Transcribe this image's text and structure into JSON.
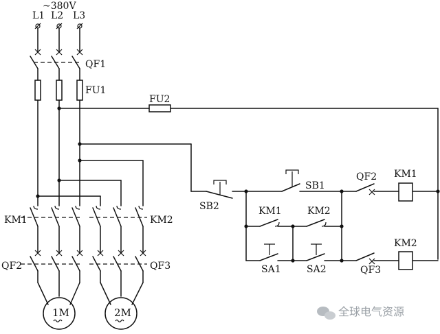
{
  "supply": {
    "voltage": "~380V",
    "phases": [
      "L1",
      "L2",
      "L3"
    ]
  },
  "labels": {
    "qf1": "QF1",
    "fu1": "FU1",
    "fu2": "FU2",
    "km1_main": "KM1",
    "km2_main": "KM2",
    "qf2_main": "QF2",
    "qf3_main": "QF3",
    "motor1": "1M",
    "motor2": "2M",
    "sb2": "SB2",
    "sb1": "SB1",
    "km1_aux": "KM1",
    "km2_aux": "KM2",
    "sa1": "SA1",
    "sa2": "SA2",
    "qf2_ctrl": "QF2",
    "qf3_ctrl": "QF3",
    "km1_coil": "KM1",
    "km2_coil": "KM2"
  },
  "watermark": {
    "text": "全球电气资源",
    "icon": "wechat-icon"
  }
}
